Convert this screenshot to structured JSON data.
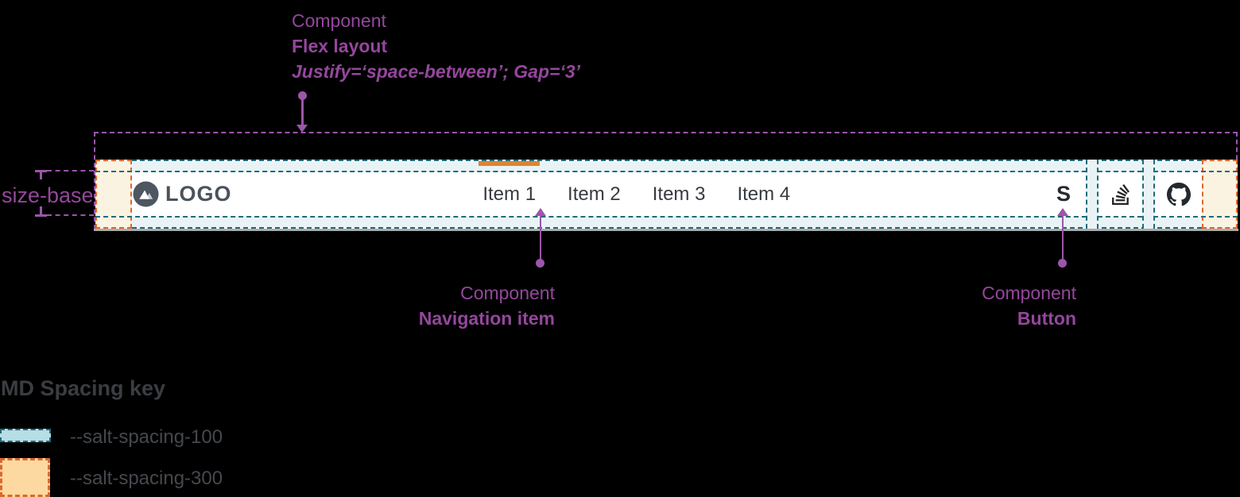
{
  "annotations": {
    "flex_layout": {
      "eyebrow": "Component",
      "name": "Flex layout",
      "props": "Justify=‘space-between’; Gap=‘3’"
    },
    "size_base": {
      "label": "size-base"
    },
    "nav_item": {
      "eyebrow": "Component",
      "name": "Navigation item"
    },
    "button": {
      "eyebrow": "Component",
      "name": "Button"
    }
  },
  "navbar": {
    "logo": {
      "text": "LOGO",
      "icon": "mountain-icon"
    },
    "items": [
      {
        "label": "Item 1",
        "active": true
      },
      {
        "label": "Item 2",
        "active": false
      },
      {
        "label": "Item 3",
        "active": false
      },
      {
        "label": "Item 4",
        "active": false
      }
    ],
    "buttons": [
      {
        "name": "salt",
        "label": "S"
      },
      {
        "name": "stackoverflow",
        "icon": "stackoverflow-icon"
      },
      {
        "name": "github",
        "icon": "github-icon"
      }
    ]
  },
  "legend": {
    "title": "MD Spacing key",
    "entries": [
      {
        "label": "--salt-spacing-100",
        "swatch_fill": "#b7dde5",
        "swatch_border": "#1f6b7c"
      },
      {
        "label": "--salt-spacing-300",
        "swatch_fill": "#fcd9a0",
        "swatch_border": "#e0662c"
      }
    ]
  },
  "colors": {
    "annotation_purple": "#94479c",
    "spacing_100_border": "#1f6b7c",
    "spacing_100_fill": "#e9f3f5",
    "spacing_300_border": "#e0662c",
    "spacing_300_fill": "#fbf3e1",
    "active_indicator": "#dd8434",
    "text_dark": "#33373c"
  }
}
